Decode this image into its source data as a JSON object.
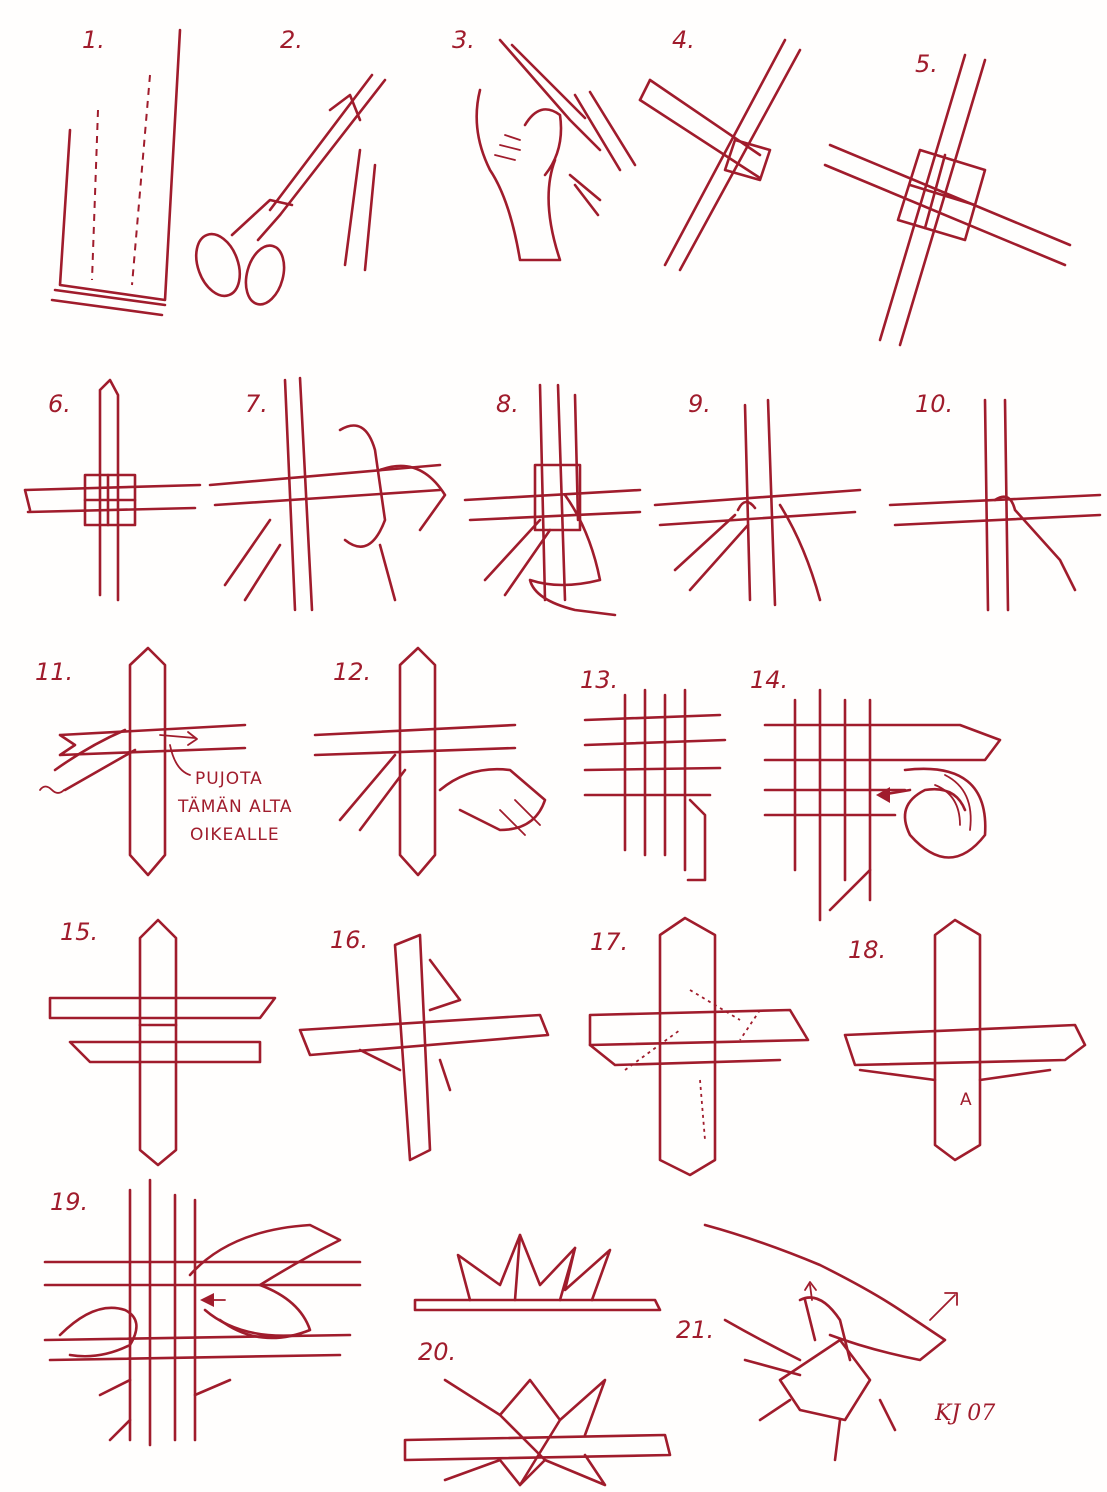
{
  "steps": [
    "1.",
    "2.",
    "3.",
    "4.",
    "5.",
    "6.",
    "7.",
    "8.",
    "9.",
    "10.",
    "11.",
    "12.",
    "13.",
    "14.",
    "15.",
    "16.",
    "17.",
    "18.",
    "19.",
    "20.",
    "21."
  ],
  "callout": {
    "line1": "PUJOTA",
    "line2": "TÄMÄN ALTA",
    "line3": "OIKEALLE"
  },
  "strip_label": "A",
  "signature": "KJ 07",
  "ink_color": "#a01c2c"
}
